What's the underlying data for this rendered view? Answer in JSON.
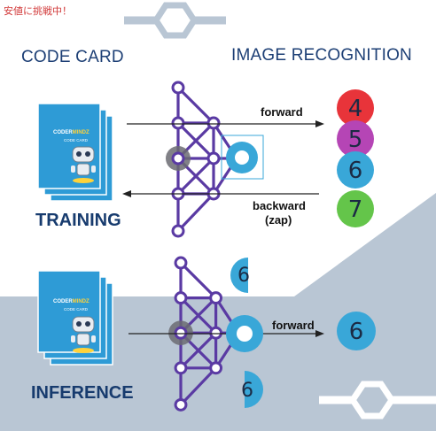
{
  "watermark": "安値に挑戦中！",
  "headers": {
    "left": "CODE CARD",
    "right": "IMAGE RECOGNITION"
  },
  "stages": {
    "training": "TRAINING",
    "inference": "INFERENCE"
  },
  "arrows": {
    "forward": "forward",
    "backward": "backward",
    "backward_note": "(zap)",
    "forward_inference": "forward"
  },
  "card": {
    "brand_prefix": "CODER",
    "brand_suffix": "MINDZ",
    "subtitle": "CODE CARD"
  },
  "outputs": [
    {
      "digit": "4",
      "color": "#e8343a"
    },
    {
      "digit": "5",
      "color": "#b545b5"
    },
    {
      "digit": "6",
      "color": "#39a7d8"
    },
    {
      "digit": "7",
      "color": "#64c54a"
    }
  ],
  "inference_output": {
    "digit": "6",
    "color": "#39a7d8"
  },
  "partial_digits": {
    "top": "6",
    "bottom": "6"
  },
  "colors": {
    "network": "#5a3aa3",
    "background_panel": "#b9c6d4",
    "circle_blue": "#39a7d8",
    "card_blue": "#2e9bd6"
  }
}
